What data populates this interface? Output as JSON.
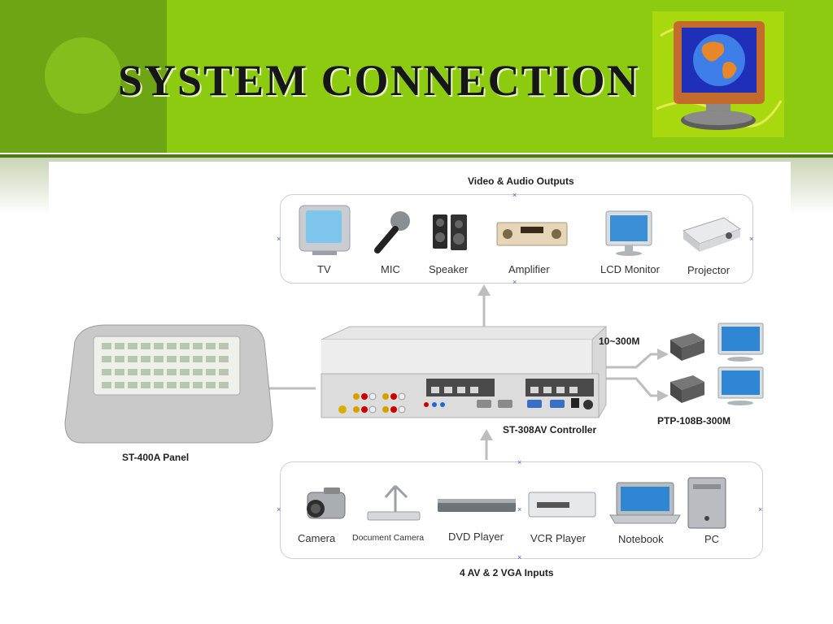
{
  "slide": {
    "title": "SYSTEM CONNECTION"
  },
  "outputs": {
    "heading": "Video & Audio Outputs",
    "devices": [
      "TV",
      "MIC",
      "Speaker",
      "Amplifier",
      "LCD Monitor",
      "Projector"
    ]
  },
  "inputs": {
    "heading": "4 AV & 2 VGA Inputs",
    "devices": [
      "Camera",
      "Document Camera",
      "DVD Player",
      "VCR Player",
      "Notebook",
      "PC"
    ]
  },
  "panel": {
    "label": "ST-400A Panel"
  },
  "controller": {
    "label": "ST-308AV Controller"
  },
  "extender": {
    "distance": "10~300M",
    "label": "PTP-108B-300M"
  },
  "colors": {
    "header_green": "#8ccb10",
    "header_dark_green": "#6ea514",
    "arrow_gray": "#bdbdbd"
  },
  "icons": [
    "globe-monitor-icon"
  ]
}
